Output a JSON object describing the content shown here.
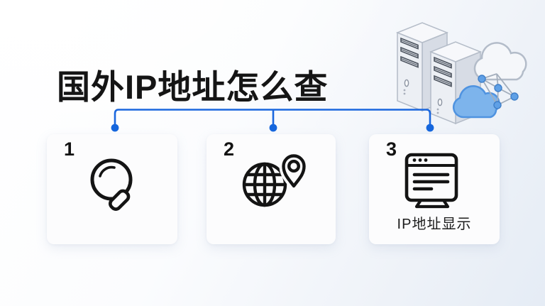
{
  "page": {
    "title": "国外IP地址怎么查"
  },
  "colors": {
    "accent_blue": "#1b67de",
    "dot_blue": "#1566dd",
    "ink": "#141414",
    "card_bg": "#fcfcfd"
  },
  "steps": [
    {
      "number": "1",
      "icon": "magnifier-icon"
    },
    {
      "number": "2",
      "icon": "globe-location-pin-icon"
    },
    {
      "number": "3",
      "icon": "browser-window-icon",
      "label": "IP地址显示"
    }
  ],
  "illustration": {
    "name": "servers-clouds-network"
  }
}
